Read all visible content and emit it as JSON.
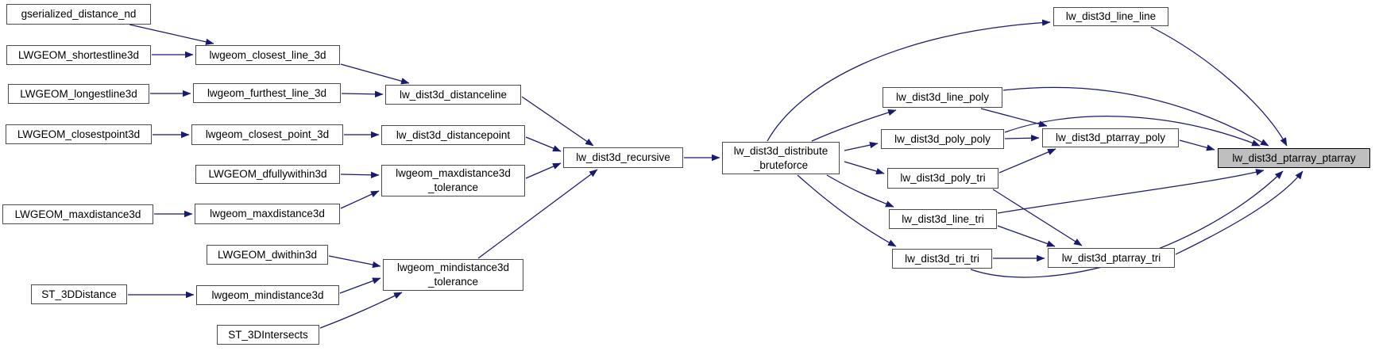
{
  "diagram": {
    "kind": "doxygen-call-graph",
    "highlighted_node": "lw_dist3d_ptarray_ptarray"
  },
  "colors": {
    "background": "#ffffff",
    "edge": "#191970",
    "node_fill": "#ffffff",
    "node_border": "#4a4a4a",
    "node_text": "#000000",
    "highlight_fill": "#bfbfbf",
    "highlight_border": "#000000"
  },
  "nodes": {
    "gserialized_distance_nd": {
      "label": "gserialized_distance_nd"
    },
    "LWGEOM_shortestline3d": {
      "label": "LWGEOM_shortestline3d"
    },
    "LWGEOM_longestline3d": {
      "label": "LWGEOM_longestline3d"
    },
    "LWGEOM_closestpoint3d": {
      "label": "LWGEOM_closestpoint3d"
    },
    "LWGEOM_maxdistance3d": {
      "label": "LWGEOM_maxdistance3d"
    },
    "ST_3DDistance": {
      "label": "ST_3DDistance"
    },
    "lwgeom_closest_line_3d": {
      "label": "lwgeom_closest_line_3d"
    },
    "lwgeom_furthest_line_3d": {
      "label": "lwgeom_furthest_line_3d"
    },
    "lwgeom_closest_point_3d": {
      "label": "lwgeom_closest_point_3d"
    },
    "LWGEOM_dfullywithin3d": {
      "label": "LWGEOM_dfullywithin3d"
    },
    "lwgeom_maxdistance3d": {
      "label": "lwgeom_maxdistance3d"
    },
    "LWGEOM_dwithin3d": {
      "label": "LWGEOM_dwithin3d"
    },
    "lwgeom_mindistance3d": {
      "label": "lwgeom_mindistance3d"
    },
    "ST_3DIntersects": {
      "label": "ST_3DIntersects"
    },
    "lw_dist3d_distanceline": {
      "label": "lw_dist3d_distanceline"
    },
    "lw_dist3d_distancepoint": {
      "label": "lw_dist3d_distancepoint"
    },
    "lwgeom_maxdistance3d_tolerance": {
      "label": "lwgeom_maxdistance3d\n_tolerance"
    },
    "lwgeom_mindistance3d_tolerance": {
      "label": "lwgeom_mindistance3d\n_tolerance"
    },
    "lw_dist3d_recursive": {
      "label": "lw_dist3d_recursive"
    },
    "lw_dist3d_distribute_bruteforce": {
      "label": "lw_dist3d_distribute\n_bruteforce"
    },
    "lw_dist3d_line_line": {
      "label": "lw_dist3d_line_line"
    },
    "lw_dist3d_line_poly": {
      "label": "lw_dist3d_line_poly"
    },
    "lw_dist3d_poly_poly": {
      "label": "lw_dist3d_poly_poly"
    },
    "lw_dist3d_poly_tri": {
      "label": "lw_dist3d_poly_tri"
    },
    "lw_dist3d_line_tri": {
      "label": "lw_dist3d_line_tri"
    },
    "lw_dist3d_tri_tri": {
      "label": "lw_dist3d_tri_tri"
    },
    "lw_dist3d_ptarray_poly": {
      "label": "lw_dist3d_ptarray_poly"
    },
    "lw_dist3d_ptarray_tri": {
      "label": "lw_dist3d_ptarray_tri"
    },
    "lw_dist3d_ptarray_ptarray": {
      "label": "lw_dist3d_ptarray_ptarray",
      "highlighted": true
    }
  },
  "edges": [
    {
      "from": "gserialized_distance_nd",
      "to": "lwgeom_closest_line_3d"
    },
    {
      "from": "LWGEOM_shortestline3d",
      "to": "lwgeom_closest_line_3d"
    },
    {
      "from": "LWGEOM_longestline3d",
      "to": "lwgeom_furthest_line_3d"
    },
    {
      "from": "lwgeom_closest_line_3d",
      "to": "lw_dist3d_distanceline"
    },
    {
      "from": "lwgeom_furthest_line_3d",
      "to": "lw_dist3d_distanceline"
    },
    {
      "from": "LWGEOM_closestpoint3d",
      "to": "lwgeom_closest_point_3d"
    },
    {
      "from": "lwgeom_closest_point_3d",
      "to": "lw_dist3d_distancepoint"
    },
    {
      "from": "LWGEOM_dfullywithin3d",
      "to": "lwgeom_maxdistance3d_tolerance"
    },
    {
      "from": "LWGEOM_maxdistance3d",
      "to": "lwgeom_maxdistance3d"
    },
    {
      "from": "lwgeom_maxdistance3d",
      "to": "lwgeom_maxdistance3d_tolerance"
    },
    {
      "from": "LWGEOM_dwithin3d",
      "to": "lwgeom_mindistance3d_tolerance"
    },
    {
      "from": "ST_3DDistance",
      "to": "lwgeom_mindistance3d"
    },
    {
      "from": "lwgeom_mindistance3d",
      "to": "lwgeom_mindistance3d_tolerance"
    },
    {
      "from": "ST_3DIntersects",
      "to": "lwgeom_mindistance3d_tolerance"
    },
    {
      "from": "lw_dist3d_distanceline",
      "to": "lw_dist3d_recursive"
    },
    {
      "from": "lw_dist3d_distancepoint",
      "to": "lw_dist3d_recursive"
    },
    {
      "from": "lwgeom_maxdistance3d_tolerance",
      "to": "lw_dist3d_recursive"
    },
    {
      "from": "lwgeom_mindistance3d_tolerance",
      "to": "lw_dist3d_recursive"
    },
    {
      "from": "lw_dist3d_recursive",
      "to": "lw_dist3d_distribute_bruteforce"
    },
    {
      "from": "lw_dist3d_distribute_bruteforce",
      "to": "lw_dist3d_line_line"
    },
    {
      "from": "lw_dist3d_distribute_bruteforce",
      "to": "lw_dist3d_line_poly"
    },
    {
      "from": "lw_dist3d_distribute_bruteforce",
      "to": "lw_dist3d_poly_poly"
    },
    {
      "from": "lw_dist3d_distribute_bruteforce",
      "to": "lw_dist3d_poly_tri"
    },
    {
      "from": "lw_dist3d_distribute_bruteforce",
      "to": "lw_dist3d_line_tri"
    },
    {
      "from": "lw_dist3d_distribute_bruteforce",
      "to": "lw_dist3d_tri_tri"
    },
    {
      "from": "lw_dist3d_line_line",
      "to": "lw_dist3d_ptarray_ptarray"
    },
    {
      "from": "lw_dist3d_line_poly",
      "to": "lw_dist3d_ptarray_poly"
    },
    {
      "from": "lw_dist3d_line_poly",
      "to": "lw_dist3d_ptarray_ptarray"
    },
    {
      "from": "lw_dist3d_poly_poly",
      "to": "lw_dist3d_ptarray_poly"
    },
    {
      "from": "lw_dist3d_poly_poly",
      "to": "lw_dist3d_ptarray_ptarray"
    },
    {
      "from": "lw_dist3d_poly_tri",
      "to": "lw_dist3d_ptarray_poly"
    },
    {
      "from": "lw_dist3d_poly_tri",
      "to": "lw_dist3d_ptarray_tri"
    },
    {
      "from": "lw_dist3d_line_tri",
      "to": "lw_dist3d_ptarray_tri"
    },
    {
      "from": "lw_dist3d_line_tri",
      "to": "lw_dist3d_ptarray_ptarray"
    },
    {
      "from": "lw_dist3d_tri_tri",
      "to": "lw_dist3d_ptarray_tri"
    },
    {
      "from": "lw_dist3d_tri_tri",
      "to": "lw_dist3d_ptarray_ptarray"
    },
    {
      "from": "lw_dist3d_ptarray_poly",
      "to": "lw_dist3d_ptarray_ptarray"
    },
    {
      "from": "lw_dist3d_ptarray_tri",
      "to": "lw_dist3d_ptarray_ptarray"
    }
  ]
}
